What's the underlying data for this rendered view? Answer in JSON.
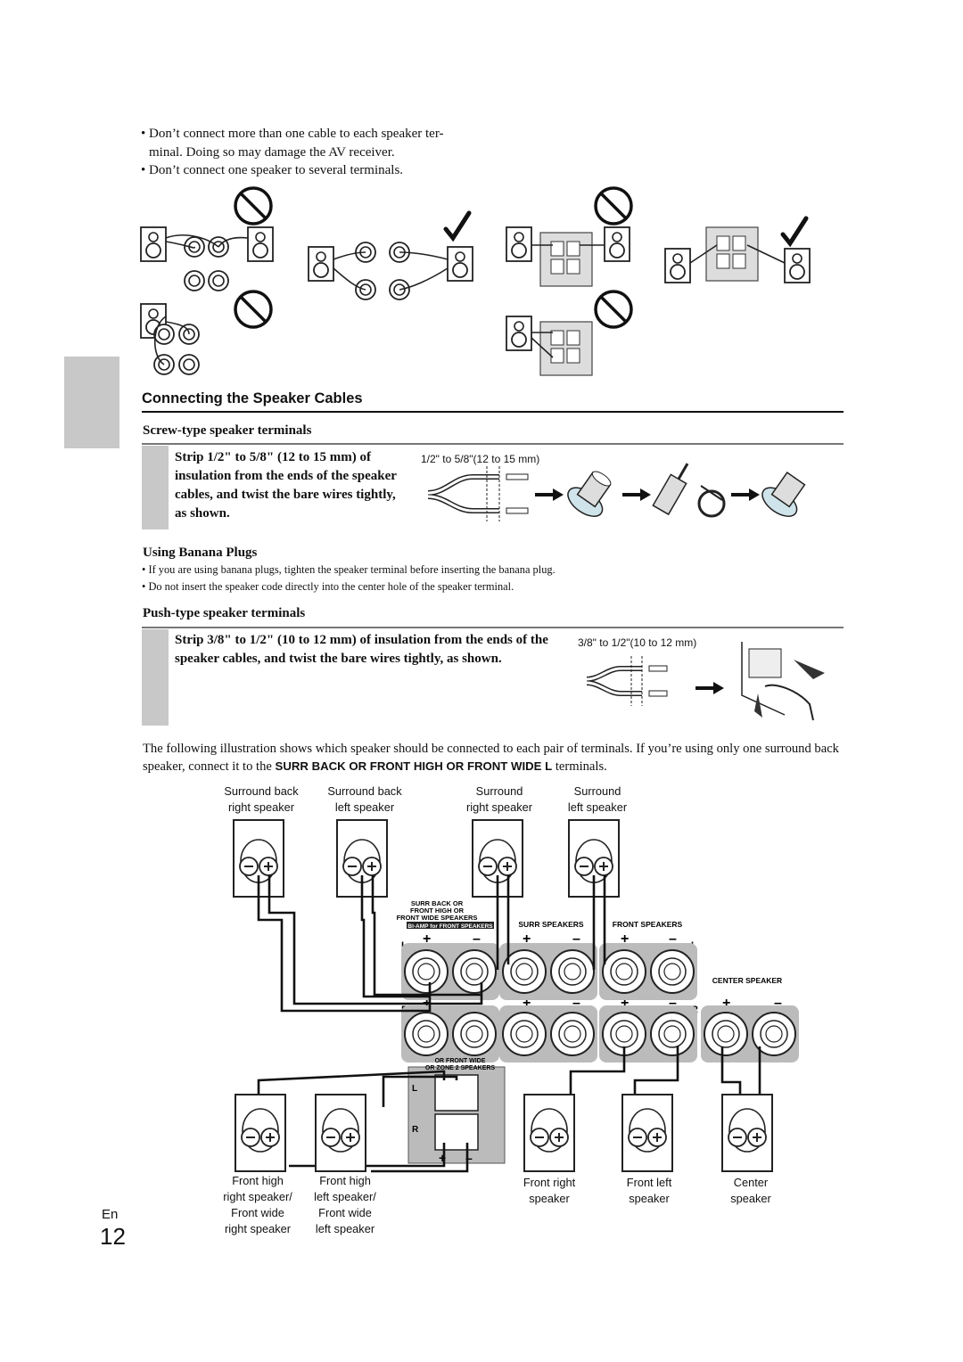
{
  "bullets_top": [
    "Don’t connect more than one cable to each speaker ter-\nminal. Doing so may damage the AV receiver.",
    "Don’t connect one speaker to several terminals."
  ],
  "section": {
    "title": "Connecting the Speaker Cables"
  },
  "screw": {
    "heading": "Screw-type speaker terminals",
    "step_text": "Strip 1/2\" to 5/8\" (12 to 15 mm) of insulation from the ends of the speaker cables, and twist the bare wires tightly, as shown.",
    "measure_label": "1/2\" to 5/8\"(12 to 15 mm)"
  },
  "banana": {
    "heading": "Using Banana Plugs",
    "bullets": [
      "If you are using banana plugs, tighten the speaker terminal before inserting the banana plug.",
      "Do not insert the speaker code directly into the center hole of the speaker terminal."
    ]
  },
  "push": {
    "heading": "Push-type speaker terminals",
    "step_text": "Strip 3/8\" to 1/2\" (10 to 12 mm) of insulation from the ends of the speaker cables, and twist the bare wires tightly, as shown.",
    "measure_label": "3/8\" to 1/2\"(10 to 12 mm)"
  },
  "intro": {
    "text_a": "The following illustration shows which speaker should be connected to each pair of terminals. If you’re using only one surround back speaker, connect it to the ",
    "text_key": "SURR BACK OR FRONT HIGH OR FRONT WIDE L",
    "text_b": " terminals."
  },
  "speakers_top": [
    "Surround back\nright speaker",
    "Surround back\nleft speaker",
    "Surround\nright speaker",
    "Surround\nleft speaker"
  ],
  "speakers_bottom": [
    "Front high\nright speaker/\nFront wide\nright speaker",
    "Front high\nleft speaker/\nFront wide\nleft speaker",
    "Front right\nspeaker",
    "Front left\nspeaker",
    "Center\nspeaker"
  ],
  "panel": {
    "surr_back_label": "SURR BACK OR\nFRONT HIGH OR\nFRONT WIDE SPEAKERS",
    "biamp_label": "BI-AMP for FRONT SPEAKERS",
    "surr_label": "SURR SPEAKERS",
    "front_label": "FRONT SPEAKERS",
    "center_label": "CENTER SPEAKER",
    "zone2_label": "OR FRONT WIDE\nOR ZONE 2 SPEAKERS",
    "front_high_label": "FRONT HIGH OR FRONT WIDE\nOR ZONE 2 SPEAKERS",
    "L": "L",
    "R": "R",
    "plus": "+",
    "minus": "–"
  },
  "page": {
    "lang": "En",
    "number": "12"
  }
}
